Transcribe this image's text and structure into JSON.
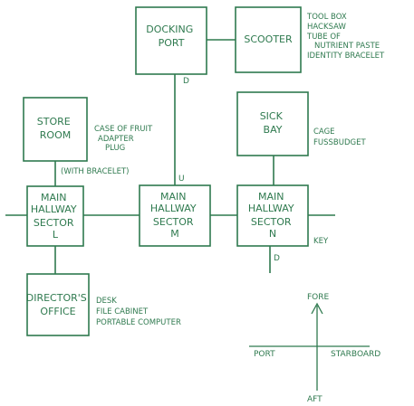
{
  "rooms": {
    "docking_port": {
      "lines": [
        "DOCKING",
        "PORT"
      ]
    },
    "scooter": {
      "lines": [
        "SCOOTER"
      ]
    },
    "store_room": {
      "lines": [
        "STORE",
        "ROOM"
      ]
    },
    "sick_bay": {
      "lines": [
        "SICK",
        "BAY"
      ]
    },
    "sector_l": {
      "lines": [
        "MAIN",
        "HALLWAY",
        "SECTOR",
        "L"
      ]
    },
    "sector_m": {
      "lines": [
        "MAIN",
        "HALLWAY",
        "SECTOR",
        "M"
      ]
    },
    "sector_n": {
      "lines": [
        "MAIN",
        "HALLWAY",
        "SECTOR",
        "N"
      ]
    },
    "directors_office": {
      "lines": [
        "DIRECTOR'S",
        "OFFICE"
      ]
    }
  },
  "notes": {
    "scooter_items": [
      "TOOL BOX",
      "HACKSAW",
      "TUBE OF",
      "NUTRIENT PASTE",
      "IDENTITY BRACELET"
    ],
    "store_room_items": [
      "CASE OF FRUIT",
      "ADAPTER",
      "PLUG"
    ],
    "store_room_door": "(WITH BRACELET)",
    "sick_bay_items": [
      "CAGE",
      "FUSSBUDGET"
    ],
    "sector_n_items": [
      "KEY"
    ],
    "office_items": [
      "DESK",
      "FILE CABINET",
      "PORTABLE COMPUTER"
    ]
  },
  "exits": {
    "docking_down": "D",
    "sector_m_up": "U",
    "sector_n_down": "D"
  },
  "compass": {
    "fore": "FORE",
    "aft": "AFT",
    "port": "PORT",
    "starboard": "STARBOARD"
  }
}
